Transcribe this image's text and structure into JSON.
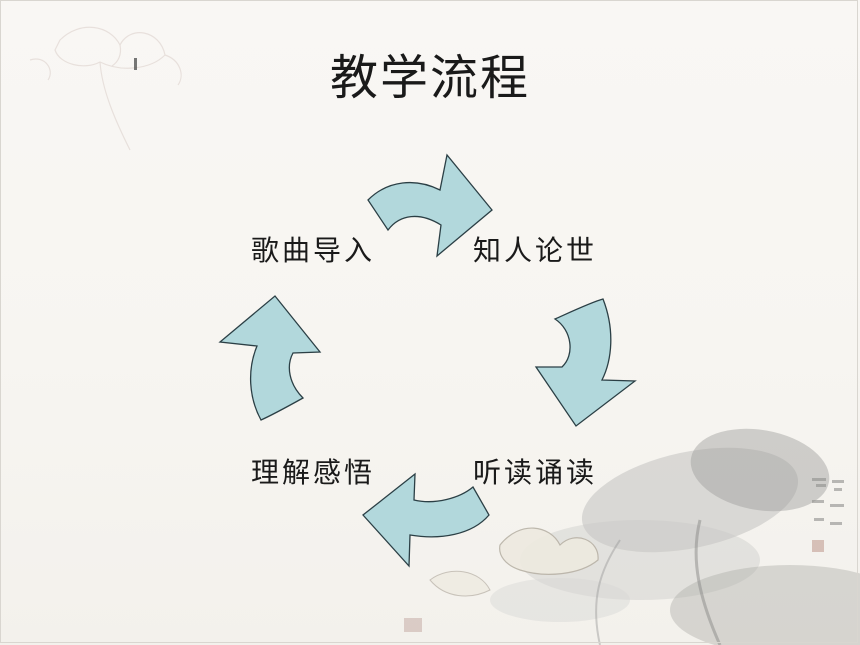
{
  "slide": {
    "title": "教学流程"
  },
  "steps": [
    {
      "label": "歌曲导入"
    },
    {
      "label": "知人论世"
    },
    {
      "label": "听读诵读"
    },
    {
      "label": "理解感悟"
    }
  ],
  "colors": {
    "arrow_fill": "#b2d8dc",
    "arrow_stroke": "#2b3f45",
    "text": "#1a1a1a",
    "ink_wash": "#8a8a88"
  },
  "cycle_direction": "clockwise"
}
